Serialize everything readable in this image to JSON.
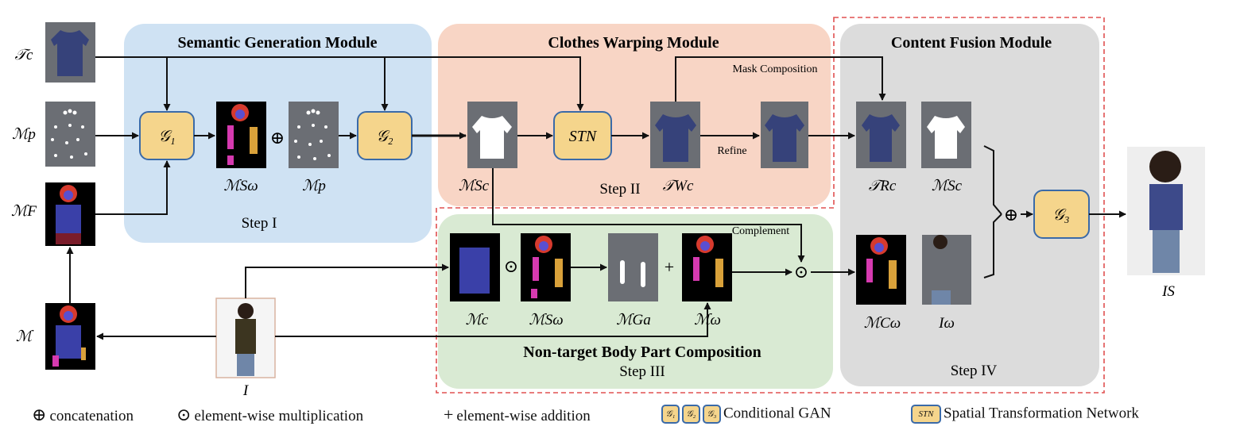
{
  "modules": {
    "semantic": {
      "title": "Semantic Generation Module",
      "step": "Step I"
    },
    "warping": {
      "title": "Clothes Warping Module",
      "step": "Step II"
    },
    "fusion": {
      "title": "Content Fusion Module",
      "step": "Step IV"
    },
    "nontarget": {
      "title": "Non-target Body Part Composition",
      "step": "Step III"
    }
  },
  "inputs": {
    "tc": "𝒯c",
    "mp": "ℳp",
    "mf": "ℳF",
    "m": "ℳ",
    "i": "I"
  },
  "generators": {
    "g1": "𝒢₁",
    "g2": "𝒢₂",
    "g3": "𝒢₃",
    "stn": "STN"
  },
  "labels": {
    "mws": "ℳSω",
    "mp2": "ℳp",
    "mcs": "ℳSc",
    "tcw": "𝒯Wc",
    "mask_composition": "Mask Composition",
    "refine": "Refine",
    "tcr": "𝒯Rc",
    "mcs2": "ℳSc",
    "complement": "Complement",
    "mc": "ℳc",
    "mws2": "ℳSω",
    "mag": "ℳGa",
    "mw": "ℳω",
    "mwc": "ℳCω",
    "iw": "Iω",
    "is": "IS"
  },
  "ops": {
    "concat": "⊕",
    "mult": "⊙",
    "add": "+"
  },
  "legend": {
    "concat_symbol": "⊕",
    "concat": "concatenation",
    "mult_symbol": "⊙",
    "mult": "element-wise multiplication",
    "add_symbol": "+",
    "add": "element-wise addition",
    "g1": "𝒢₁",
    "g2": "𝒢₂",
    "g3": "𝒢₃",
    "gan": "Conditional GAN",
    "stn": "STN",
    "stn_label": "Spatial Transformation Network"
  },
  "colors": {
    "semantic_bg": "#cfe2f3",
    "warping_bg": "#f8d5c5",
    "fusion_bg": "#dcdcdc",
    "nontarget_bg": "#d9ead3",
    "generator_fill": "#f5d58c",
    "generator_border": "#3a6aa8",
    "dashed_red": "#e05050"
  }
}
